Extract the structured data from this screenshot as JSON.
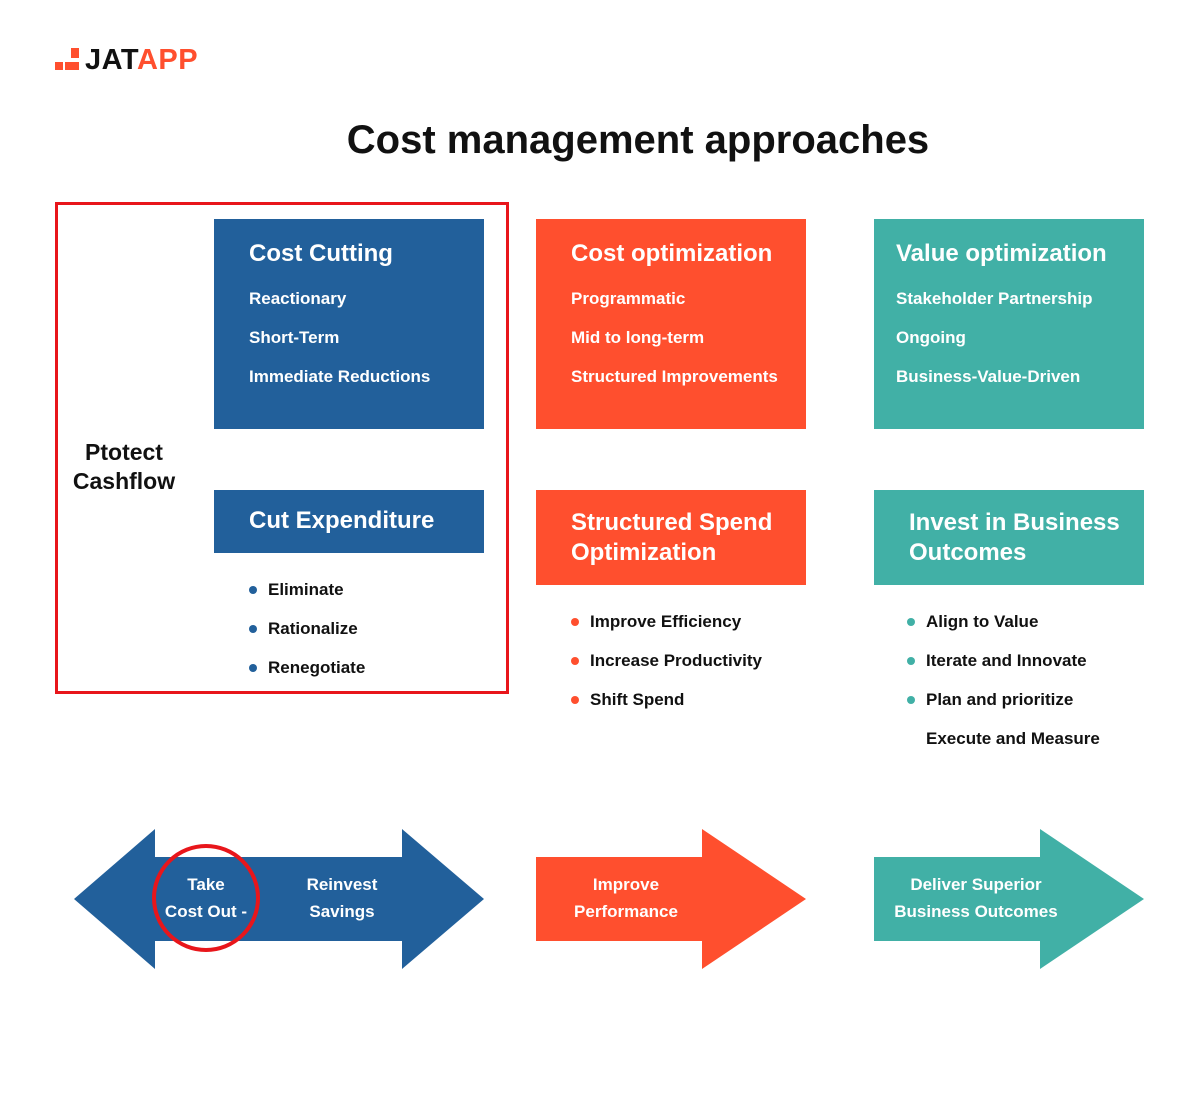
{
  "logo": {
    "part1": "JAT",
    "part2": "APP"
  },
  "title": "Cost management approaches",
  "side_label": {
    "line1": "Ptotect",
    "line2": "Cashflow"
  },
  "columns": [
    {
      "top": {
        "title": "Cost Cutting",
        "items": [
          "Reactionary",
          "Short-Term",
          "Immediate Reductions"
        ]
      },
      "mid": {
        "title": [
          "Cut Expenditure"
        ]
      },
      "bullets": [
        "Eliminate",
        "Rationalize",
        "Renegotiate"
      ],
      "arrow": {
        "left_text": [
          "Take",
          "Cost Out -"
        ],
        "right_text": [
          "Reinvest",
          "Savings"
        ]
      }
    },
    {
      "top": {
        "title": "Cost optimization",
        "items": [
          "Programmatic",
          "Mid to long-term",
          "Structured Improvements"
        ]
      },
      "mid": {
        "title": [
          "Structured Spend",
          "Optimization"
        ]
      },
      "bullets": [
        "Improve Efficiency",
        "Increase Productivity",
        "Shift Spend"
      ],
      "arrow": {
        "text": [
          "Improve",
          "Performance"
        ]
      }
    },
    {
      "top": {
        "title": "Value optimization",
        "items": [
          "Stakeholder Partnership",
          "Ongoing",
          "Business-Value-Driven"
        ]
      },
      "mid": {
        "title": [
          "Invest in Business",
          "Outcomes"
        ]
      },
      "bullets": [
        "Align to Value",
        "Iterate and Innovate",
        "Plan and prioritize",
        "Execute and Measure"
      ],
      "arrow": {
        "text": [
          "Deliver Superior",
          "Business Outcomes"
        ]
      }
    }
  ],
  "colors": {
    "blue": "#22609b",
    "orange": "#ff4f2e",
    "teal": "#41b0a6",
    "highlight": "#e8161b"
  }
}
